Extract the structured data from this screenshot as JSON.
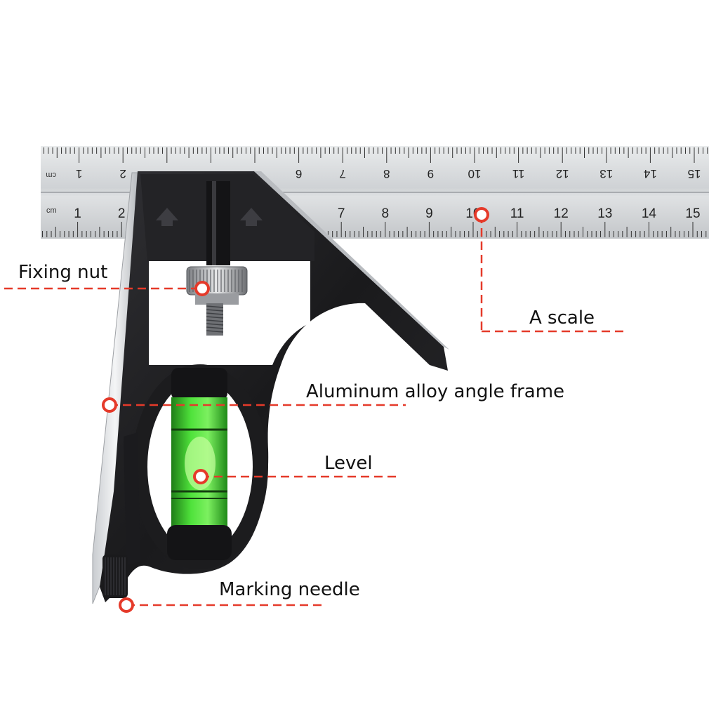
{
  "ruler": {
    "unit": "cm",
    "top_numbers": [
      "1",
      "2",
      "6",
      "7",
      "8",
      "9",
      "10",
      "11",
      "12",
      "13",
      "14",
      "15"
    ],
    "bottom_numbers": [
      "1",
      "2",
      "7",
      "8",
      "9",
      "10",
      "11",
      "12",
      "13",
      "14",
      "15"
    ]
  },
  "callouts": [
    {
      "key": "fixing_nut",
      "label": "Fixing nut"
    },
    {
      "key": "scale",
      "label": "A scale"
    },
    {
      "key": "frame",
      "label": "Aluminum alloy angle frame"
    },
    {
      "key": "level",
      "label": "Level"
    },
    {
      "key": "needle",
      "label": "Marking needle"
    }
  ],
  "colors": {
    "callout": "#e53a2a",
    "frame": "#1c1c1e",
    "ruler": "#d7d9db",
    "level_liquid": "#39c92a",
    "label": "#111111"
  }
}
